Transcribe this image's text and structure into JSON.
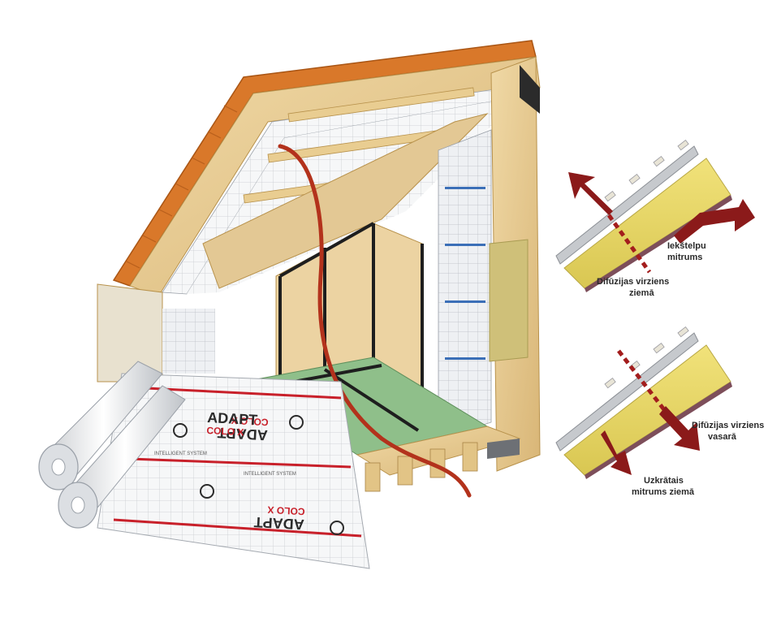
{
  "membrane": {
    "brand_line_1": "ADAPT",
    "brand_line_2": "COLO X",
    "print_text": "INTELLIGENT SYSTEM"
  },
  "winter_panel": {
    "label_indoor": [
      "Iekštelpu",
      "mitrums"
    ],
    "label_diffusion": [
      "Difūzijas virziens",
      "ziemā"
    ]
  },
  "summer_panel": {
    "label_diffusion": [
      "Difūzijas virziens",
      "vasarā"
    ],
    "label_accumulated": [
      "Uzkrātais",
      "mitrums ziemā"
    ]
  },
  "colors": {
    "arrow": "#8b1a1a",
    "insulation": "#e8d86a",
    "wood": "#e6c98c",
    "tile": "#d9782a",
    "membrane_red": "#c8202a",
    "floor": "#8fbf8a"
  },
  "icons": [
    "membrane-roll-icon",
    "diffusion-arrow-icon",
    "roof-tile-icon"
  ]
}
